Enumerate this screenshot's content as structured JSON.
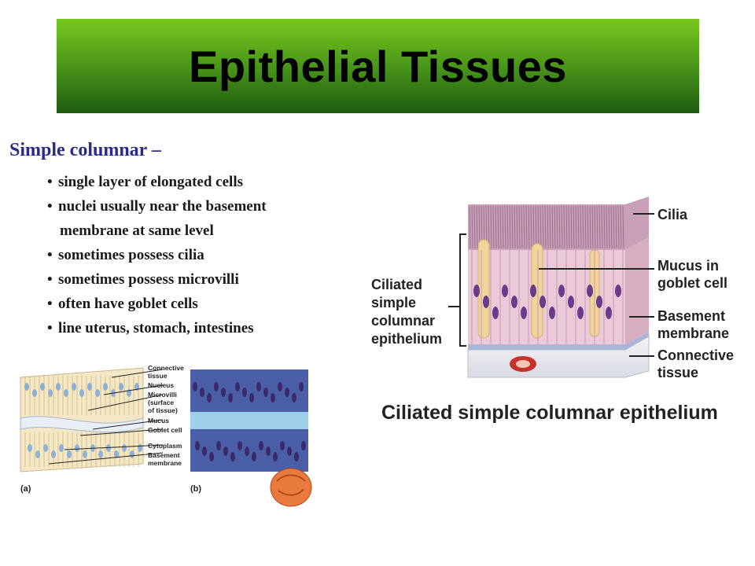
{
  "slide": {
    "title": "Epithelial Tissues",
    "subtitle": "Simple columnar –",
    "bullets": [
      "single layer of elongated cells",
      "nuclei usually near the basement",
      "membrane at same level",
      "sometimes possess cilia",
      "sometimes possess microvilli",
      "often have goblet cells",
      "line uterus, stomach, intestines"
    ],
    "bullet_glyph": "•"
  },
  "diagram_right": {
    "side_label": [
      "Ciliated",
      "simple",
      "columnar",
      "epithelium"
    ],
    "labels": {
      "cilia": "Cilia",
      "mucus": [
        "Mucus in",
        "goblet cell"
      ],
      "basement": [
        "Basement",
        "membrane"
      ],
      "connective": [
        "Connective",
        "tissue"
      ]
    },
    "caption": "Ciliated simple columnar epithelium"
  },
  "diagram_left": {
    "labels": {
      "connective": [
        "Connective",
        "tissue"
      ],
      "nucleus": "Nucleus",
      "microvilli": [
        "Microvilli",
        "(surface",
        "of tissue)"
      ],
      "mucus": "Mucus",
      "goblet": "Goblet cell",
      "cytoplasm": "Cytoplasm",
      "basement": [
        "Basement",
        "membrane"
      ]
    },
    "panel_a": "(a)",
    "panel_b": "(b)"
  },
  "colors": {
    "title_gradient_top": "#78c81e",
    "title_gradient_bottom": "#1e5a10",
    "subtitle": "#2a2a8c",
    "nucleus": "#6a3a8c",
    "goblet": "#f0d49a",
    "cilia": "#b48aa6"
  }
}
